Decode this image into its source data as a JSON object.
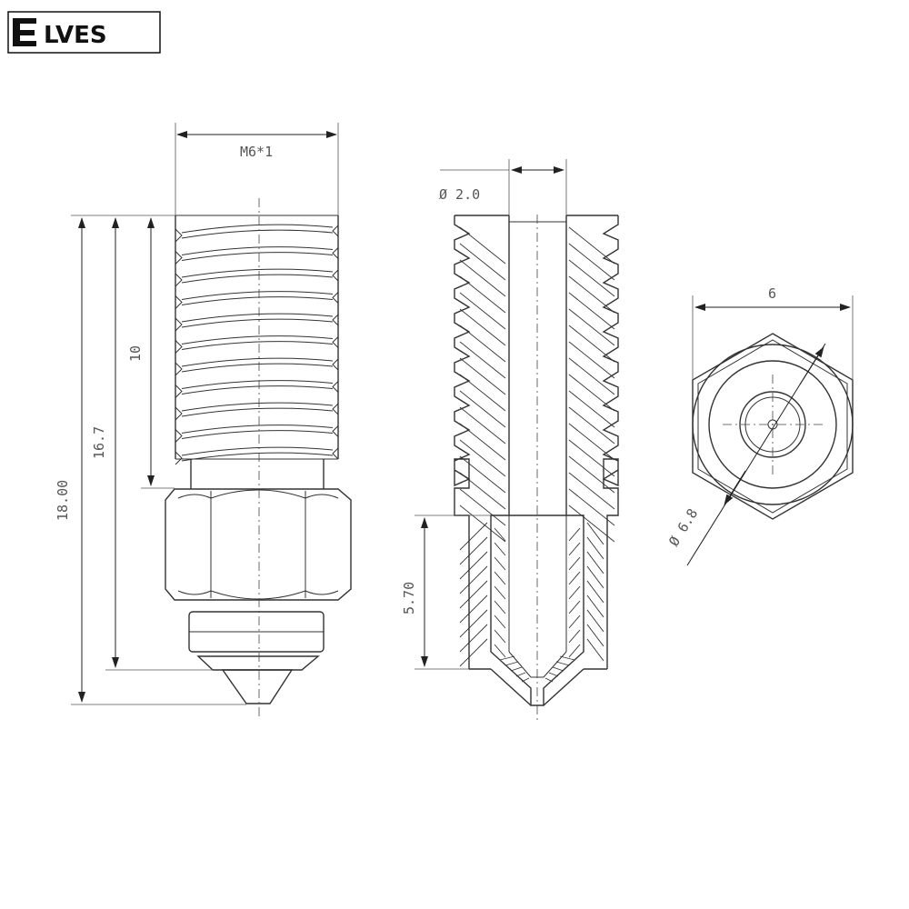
{
  "logo": {
    "text": "LVES",
    "brand": "ELVES"
  },
  "dimensions": {
    "thread": "M6*1",
    "bore_diameter": "Ø 2.0",
    "hex_width": "6",
    "outer_diameter": "Ø 6.8",
    "total_length": "18.00",
    "length_to_tip_base": "16.7",
    "thread_length": "10",
    "bore_depth": "5.70"
  },
  "colors": {
    "line": "#333333",
    "background": "#ffffff",
    "logo": "#111111"
  }
}
